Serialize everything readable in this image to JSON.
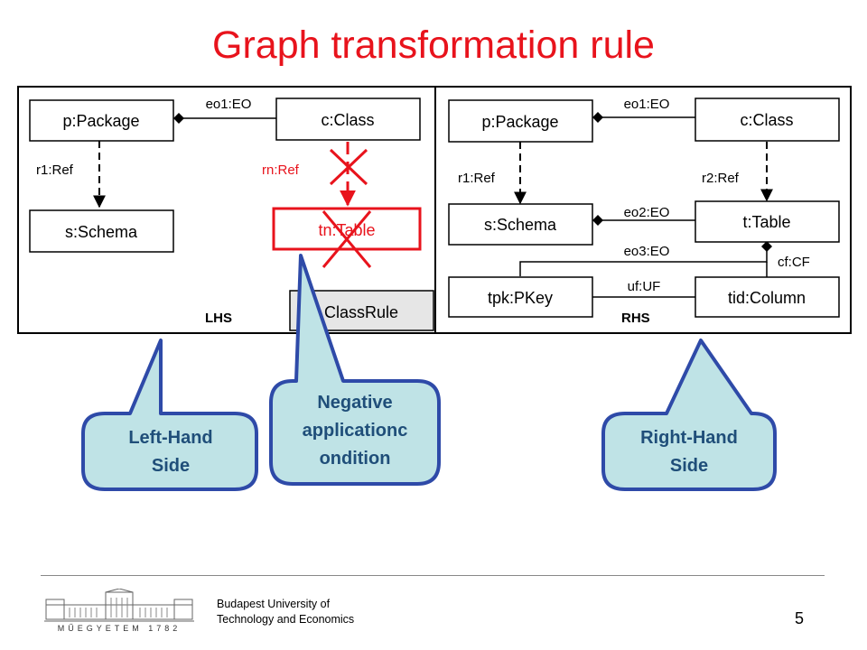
{
  "title": "Graph transformation rule",
  "lhs": {
    "label": "LHS",
    "nodes": {
      "package": "p:Package",
      "class": "c:Class",
      "schema": "s:Schema",
      "table": "tn:Table"
    },
    "edges": {
      "eo1": "eo1:EO",
      "r1": "r1:Ref",
      "rn": "rn:Ref"
    }
  },
  "rule_name": "ClassRule",
  "rhs": {
    "label": "RHS",
    "nodes": {
      "package": "p:Package",
      "class": "c:Class",
      "schema": "s:Schema",
      "table": "t:Table",
      "pkey": "tpk:PKey",
      "column": "tid:Column"
    },
    "edges": {
      "eo1": "eo1:EO",
      "r1": "r1:Ref",
      "r2": "r2:Ref",
      "eo2": "eo2:EO",
      "eo3": "eo3:EO",
      "cf": "cf:CF",
      "uf": "uf:UF"
    }
  },
  "callouts": {
    "lhs_line1": "Left-Hand",
    "lhs_line2": "Side",
    "nac_line1": "Negative",
    "nac_line2": "applicationc",
    "nac_line3": "ondition",
    "rhs_line1": "Right-Hand",
    "rhs_line2": "Side"
  },
  "colors": {
    "title": "#e8131c",
    "nac": "#e8131c",
    "callout_fill": "#bfe3e6",
    "callout_border": "#2e4aa8",
    "callout_text": "#1f4e79"
  },
  "footer": {
    "university_line1": "Budapest University of",
    "university_line2": "Technology and Economics",
    "logo_text": "MŰEGYETEM 1782",
    "page_number": "5"
  }
}
